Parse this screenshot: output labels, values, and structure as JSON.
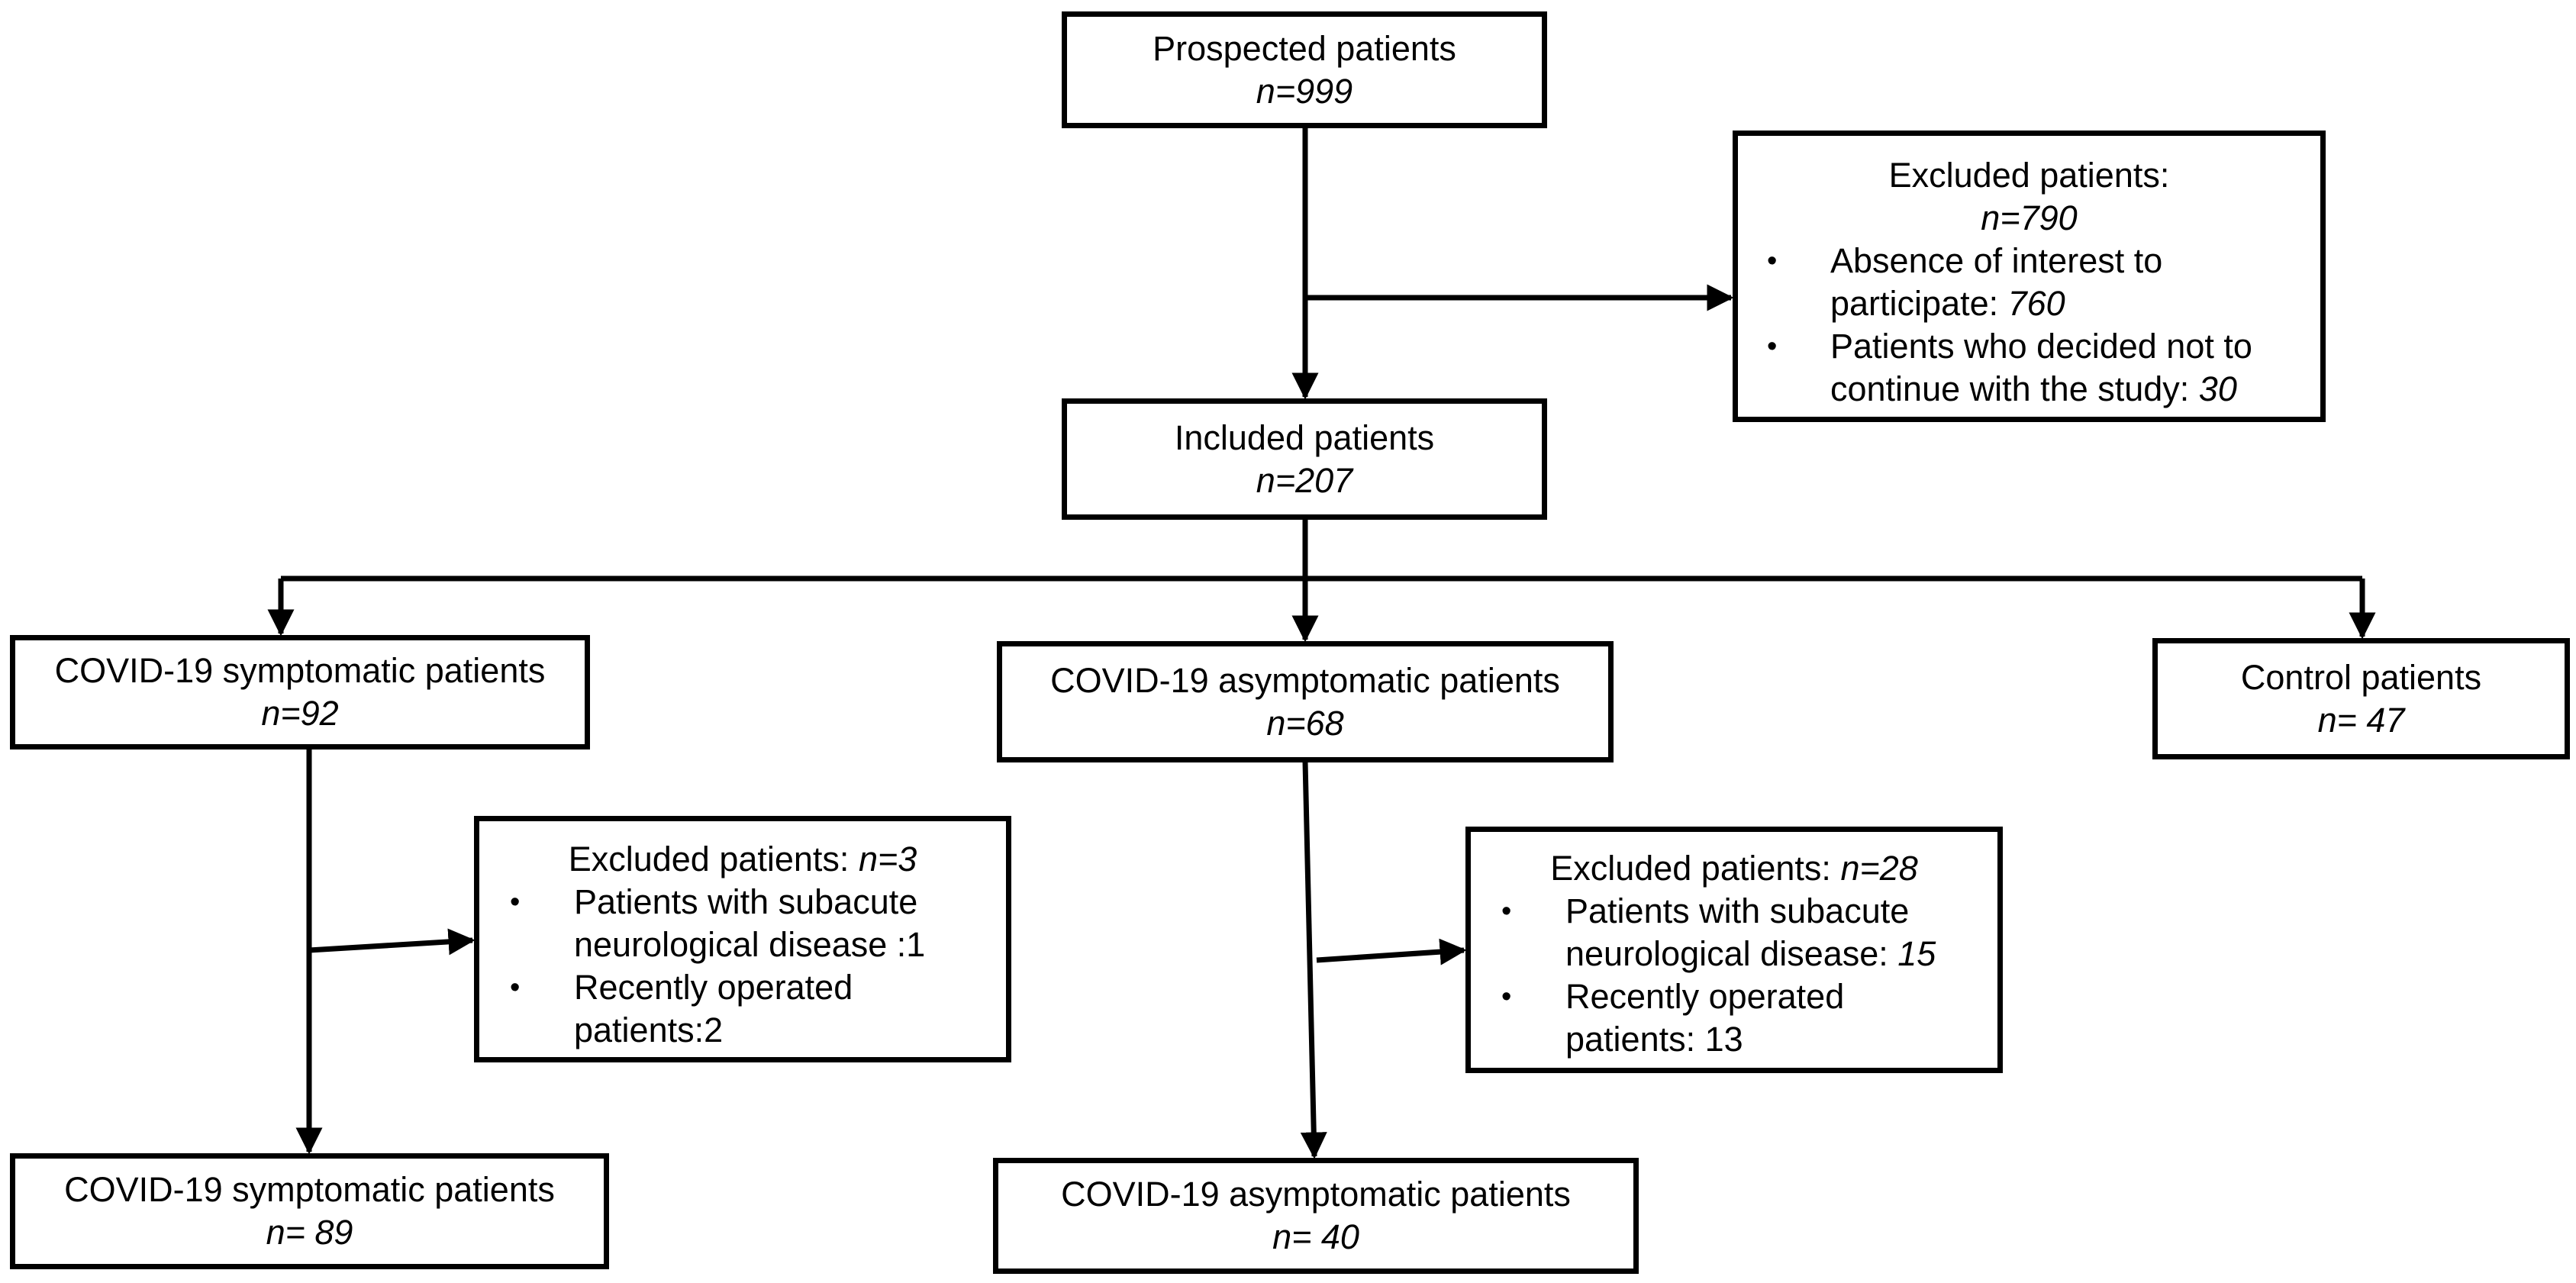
{
  "boxes": {
    "prospected": {
      "title": "Prospected patients",
      "n": "n=999"
    },
    "excluded_top": {
      "title": "Excluded patients:",
      "n": "n=790",
      "items": [
        {
          "line1": "Absence of interest to",
          "line2_text": "participate: ",
          "line2_value": "760"
        },
        {
          "line1": "Patients who decided not to",
          "line2_text": "continue with the study: ",
          "line2_value": "30"
        }
      ]
    },
    "included": {
      "title": "Included patients",
      "n": "n=207"
    },
    "symptomatic": {
      "title": "COVID-19 symptomatic patients",
      "n": "n=92"
    },
    "asymptomatic": {
      "title": "COVID-19 asymptomatic patients",
      "n": "n=68"
    },
    "control": {
      "title": "Control patients",
      "n": "n= 47"
    },
    "excluded_symptomatic": {
      "title_text": "Excluded patients: ",
      "title_n": "n=3",
      "items": [
        {
          "line1": "Patients with subacute",
          "line2_text": "neurological disease :1",
          "line2_value": ""
        },
        {
          "line1": "Recently operated",
          "line2_text": "patients:2",
          "line2_value": ""
        }
      ]
    },
    "excluded_asymptomatic": {
      "title_text": "Excluded patients: ",
      "title_n": "n=28",
      "items": [
        {
          "line1": "Patients with subacute",
          "line2_text": "neurological disease: ",
          "line2_value": "15"
        },
        {
          "line1": "Recently operated",
          "line2_text": "patients: 13",
          "line2_value": ""
        }
      ]
    },
    "symptomatic_final": {
      "title": "COVID-19 symptomatic patients",
      "n": "n= 89"
    },
    "asymptomatic_final": {
      "title": "COVID-19 asymptomatic patients",
      "n": "n= 40"
    }
  },
  "bullet_symbol": "•",
  "colors": {
    "stroke": "#000000",
    "background": "#ffffff"
  }
}
